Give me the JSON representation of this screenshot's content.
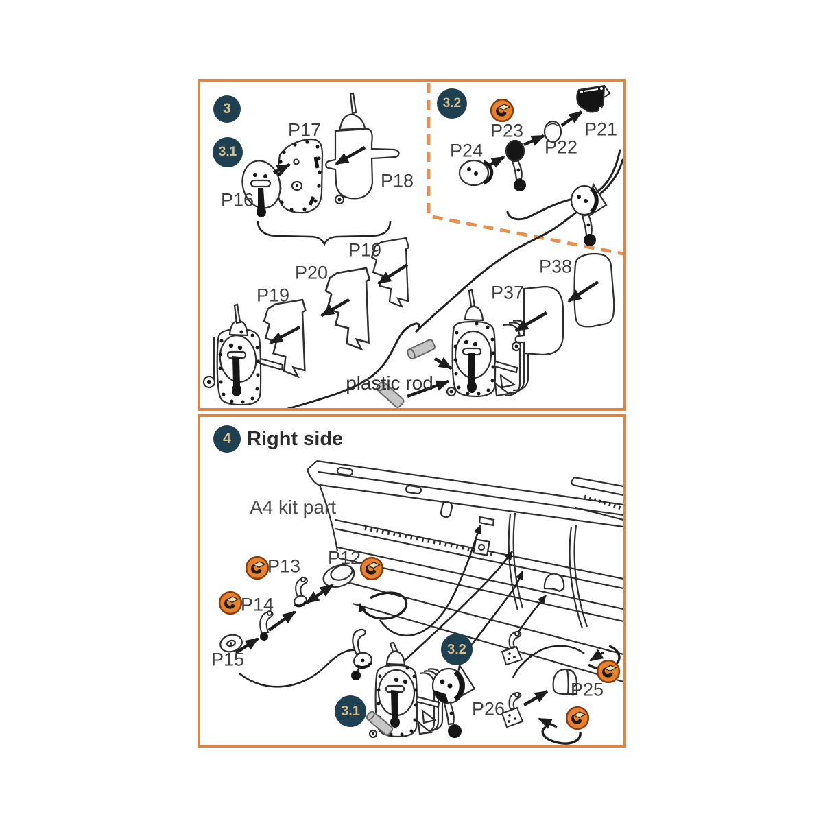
{
  "colors": {
    "panel_border_orange": "#dd8544",
    "dashed_inset_orange": "#e59050",
    "badge_teal": "#1f4050",
    "badge_text_tan": "#d8bf8d",
    "line_art": "#2e2e2e",
    "cut_icon_orange": "#e8812e",
    "cut_icon_blade_tan": "#eadfae",
    "rod_gray": "#c6c6c6"
  },
  "top_panel": {
    "badge_3": "3",
    "badge_3_1": "3.1",
    "badge_3_2": "3.2",
    "labels": {
      "p16": "P16",
      "p17": "P17",
      "p18": "P18",
      "p19_upper": "P19",
      "p20": "P20",
      "p19_lower": "P19",
      "p21": "P21",
      "p22": "P22",
      "p23": "P23",
      "p24": "P24",
      "p37": "P37",
      "p38": "P38",
      "plastic_rod": "plastic rod"
    }
  },
  "bottom_panel": {
    "badge_4": "4",
    "title": "Right side",
    "kit_part": "A4 kit part",
    "badge_3_1": "3.1",
    "badge_3_2": "3.2",
    "labels": {
      "p12": "P12",
      "p13": "P13",
      "p14": "P14",
      "p15": "P15",
      "p25": "P25",
      "p26": "P26"
    }
  }
}
